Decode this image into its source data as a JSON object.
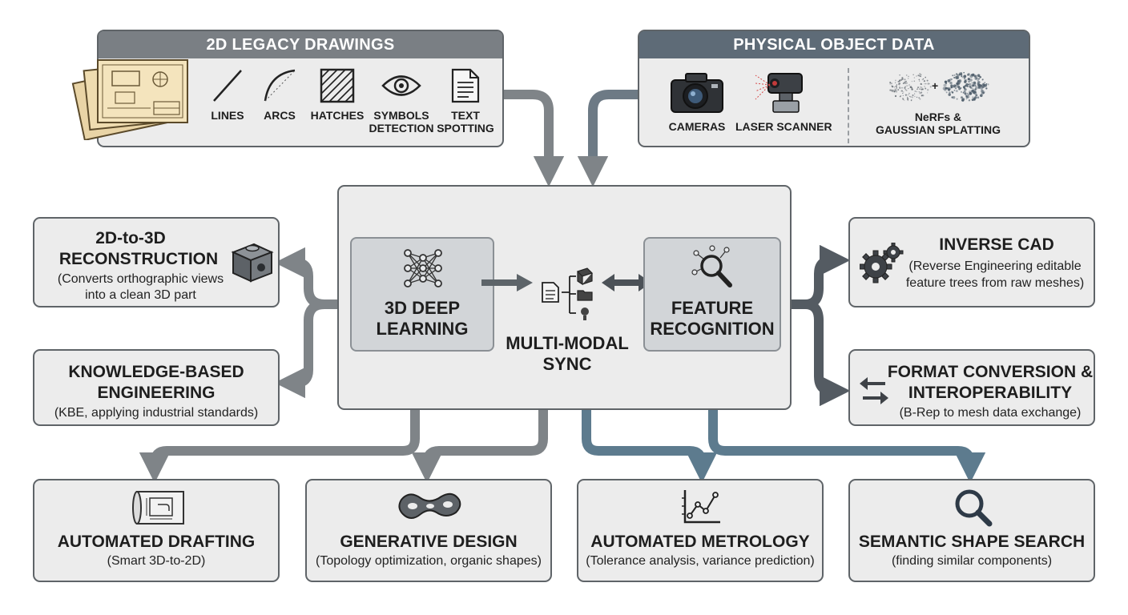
{
  "legacy": {
    "header": "2D LEGACY DRAWINGS",
    "tools": [
      {
        "label": "LINES",
        "icon": "line-icon"
      },
      {
        "label": "ARCS",
        "icon": "arc-icon"
      },
      {
        "label": "HATCHES",
        "icon": "hatch-icon"
      },
      {
        "label": "SYMBOLS",
        "label2": "DETECTION",
        "icon": "eye-icon"
      },
      {
        "label": "TEXT",
        "label2": "SPOTTING",
        "icon": "document-icon"
      }
    ]
  },
  "physical": {
    "header": "PHYSICAL OBJECT DATA",
    "tools": [
      {
        "label": "CAMERAS",
        "icon": "camera-icon"
      },
      {
        "label": "LASER SCANNER",
        "icon": "laser-scanner-icon"
      },
      {
        "label": "NeRFs &",
        "label2": "GAUSSIAN SPLATTING",
        "icon": "point-cloud-icon"
      }
    ]
  },
  "core": {
    "deep_learning": {
      "line1": "3D DEEP",
      "line2": "LEARNING"
    },
    "sync": {
      "line1": "MULTI-MODAL",
      "line2": "SYNC"
    },
    "feature": {
      "line1": "FEATURE",
      "line2": "RECOGNITION"
    }
  },
  "left": [
    {
      "title1": "2D-to-3D",
      "title2": "RECONSTRUCTION",
      "sub1": "(Converts orthographic views",
      "sub2": "into a clean 3D part"
    },
    {
      "title1": "KNOWLEDGE-BASED",
      "title2": "ENGINEERING",
      "sub1": "(KBE, applying industrial standards)"
    }
  ],
  "right": [
    {
      "title1": "INVERSE CAD",
      "sub1": "(Reverse Engineering editable",
      "sub2": "feature trees from raw meshes)"
    },
    {
      "title1": "FORMAT CONVERSION &",
      "title2": "INTEROPERABILITY",
      "sub1": "(B-Rep to mesh data exchange)"
    }
  ],
  "bottom": [
    {
      "title": "AUTOMATED DRAFTING",
      "sub": "(Smart 3D-to-2D)"
    },
    {
      "title": "GENERATIVE DESIGN",
      "sub": "(Topology optimization, organic shapes)"
    },
    {
      "title": "AUTOMATED METROLOGY",
      "sub": "(Tolerance analysis, variance prediction)"
    },
    {
      "title": "SEMANTIC SHAPE SEARCH",
      "sub": "(finding similar components)"
    }
  ],
  "colors": {
    "arrow_gray": "#7f8488",
    "arrow_dark": "#545b62",
    "arrow_blue": "#5d7b8e",
    "box_fill": "#ececec",
    "inner_fill": "#d2d5d8"
  }
}
